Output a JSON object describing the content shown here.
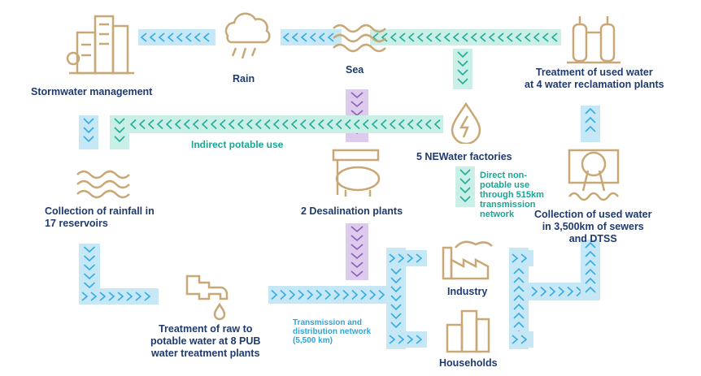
{
  "labels": {
    "stormwater": "Stormwater management",
    "rain": "Rain",
    "sea": "Sea",
    "reclamation": [
      "Treatment of used water",
      "at 4 water reclamation plants"
    ],
    "newater": "5 NEWater factories",
    "indirect": "Indirect potable use",
    "direct": [
      "Direct non-",
      "potable use",
      "through 515km",
      "transmission",
      "network"
    ],
    "desal": "2 Desalination plants",
    "reservoirs": [
      "Collection of rainfall in",
      "17 reservoirs"
    ],
    "sewers": [
      "Collection of used water",
      "in 3,500km of sewers",
      "and DTSS"
    ],
    "industry": "Industry",
    "households": "Households",
    "treatment": [
      "Treatment of raw to",
      "potable water at 8 PUB",
      "water treatment plants"
    ],
    "network": [
      "Transmission and",
      "distribution network",
      "(5,500 km)"
    ]
  },
  "colors": {
    "text": "#1f3a6e",
    "icon": "#c9a877",
    "blue_band": "#c6e7f6",
    "blue_chevron": "#34ace0",
    "teal_band": "#c9efe7",
    "teal_chevron": "#22ad98",
    "purple_band": "#dccbec",
    "purple_chevron": "#8c5db4"
  }
}
